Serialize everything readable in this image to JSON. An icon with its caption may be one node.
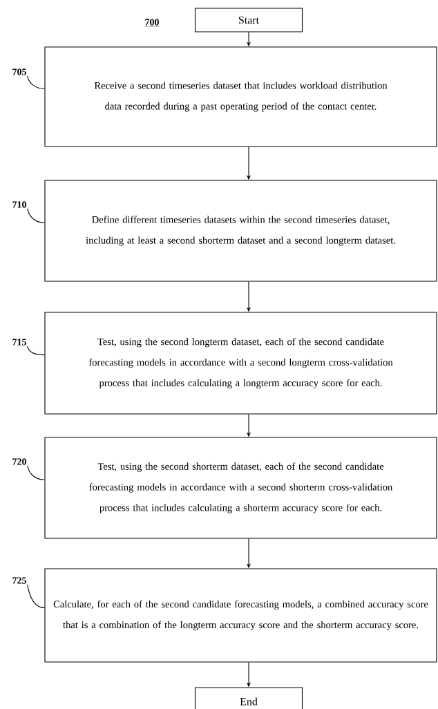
{
  "diagram": {
    "nodes": [
      {
        "text": [
          "Start"
        ]
      },
      {
        "text": [
          "705"
        ]
      },
      {
        "text": [
          "Receive a second timeseries dataset that includes workload distribution data recorded during a past operating period of the contact center."
        ]
      },
      {
        "text": [
          "710"
        ]
      },
      {
        "text": [
          "Define different timeseries datasets within the second timeseries dataset, including at least a second shorterm dataset and a second longterm dataset."
        ]
      },
      {
        "text": [
          "715"
        ]
      },
      {
        "text": [
          "Test, using the second longterm dataset, each of the second candidate forecasting models in accordance with a second longterm cross-validation process that includes calculating a longterm accuracy score for each."
        ]
      },
      {
        "text": [
          "720"
        ]
      },
      {
        "text": [
          "Test, using the second shorterm dataset, each of the second candidate forecasting models in accordance with a second shorterm cross-validation process that includes calculating a shorterm accuracy score for each."
        ]
      },
      {
        "text": [
          "725"
        ]
      },
      {
        "text": [
          "Calculate, for each of the second candidate forecasting models, a combined accuracy score that is a combination of the longterm accuracy score and the shorterm accuracy score."
        ]
      },
      {
        "text": [
          "End"
        ]
      }
    ],
    "edges": [
      {
        "from": 0,
        "to": 2,
        "arrow": "to"
      },
      {
        "from": 2,
        "to": 4,
        "arrow": "to"
      },
      {
        "from": 4,
        "to": 6,
        "arrow": "to"
      },
      {
        "from": 6,
        "to": 8,
        "arrow": "to"
      },
      {
        "from": 8,
        "to": 10,
        "arrow": "to"
      },
      {
        "from": 10,
        "to": 11,
        "arrow": "to"
      },
      {
        "from": 1,
        "to": 2,
        "arrow": "none"
      },
      {
        "from": 3,
        "to": 4,
        "arrow": "none"
      },
      {
        "from": 5,
        "to": 6,
        "arrow": "none"
      },
      {
        "from": 7,
        "to": 8,
        "arrow": "none"
      },
      {
        "from": 9,
        "to": 10,
        "arrow": "none"
      }
    ],
    "labels": [
      "700"
    ]
  }
}
